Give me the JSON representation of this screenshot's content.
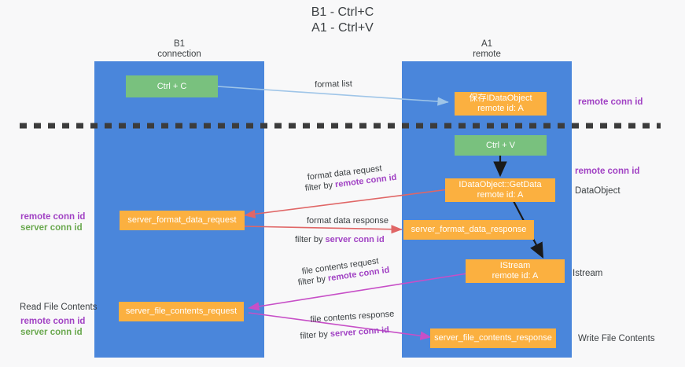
{
  "title": {
    "line1": "B1 - Ctrl+C",
    "line2": "A1 - Ctrl+V"
  },
  "columns": [
    {
      "name": "B1",
      "role": "connection"
    },
    {
      "name": "A1",
      "role": "remote"
    }
  ],
  "nodes": {
    "ctrl_c": "Ctrl + C",
    "ctrl_v": "Ctrl + V",
    "save_idataobject": "保存IDataObject\nremote id: A",
    "idataobject_getdata": "IDataObject::GetData\nremote id: A",
    "server_format_data_request": "server_format_data_request",
    "server_format_data_response": "server_format_data_response",
    "istream": "IStream\nremote id: A",
    "server_file_contents_request": "server_file_contents_request",
    "server_file_contents_response": "server_file_contents_response"
  },
  "edge_labels": {
    "format_list": "format list",
    "format_data_request": "format data request",
    "format_data_request_filter_pre": "filter by ",
    "format_data_request_filter_id": "remote conn id",
    "format_data_response": "format data response",
    "format_data_response_filter_pre": "filter by ",
    "format_data_response_filter_id": "server conn id",
    "file_contents_request": "file contents request",
    "file_contents_request_filter_pre": "filter by ",
    "file_contents_request_filter_id": "remote conn id",
    "file_contents_response": "file contents response",
    "file_contents_response_filter_pre": "filter by ",
    "file_contents_response_filter_id": "server conn id"
  },
  "annotations": {
    "right_remote_conn_id_top": "remote conn id",
    "right_remote_conn_id_mid": "remote conn id",
    "right_dataobject": "DataObject",
    "right_istream": "Istream",
    "right_write_file_contents": "Write File Contents",
    "left_remote_conn_id": "remote conn id",
    "left_server_conn_id": "server conn id",
    "left_read_file_contents": "Read File Contents",
    "left_remote_conn_id_2": "remote conn id",
    "left_server_conn_id_2": "server conn id"
  },
  "colors": {
    "lane": "#4a86db",
    "green_box": "#79c17e",
    "orange_box": "#fbb040",
    "purple_text": "#a142c4",
    "green_text": "#6aa84f",
    "arrow_blue": "#9fc5e8",
    "arrow_red": "#e06666",
    "arrow_magenta": "#c74fc7",
    "arrow_black": "#1a1a1a",
    "background": "#f8f8f9"
  }
}
